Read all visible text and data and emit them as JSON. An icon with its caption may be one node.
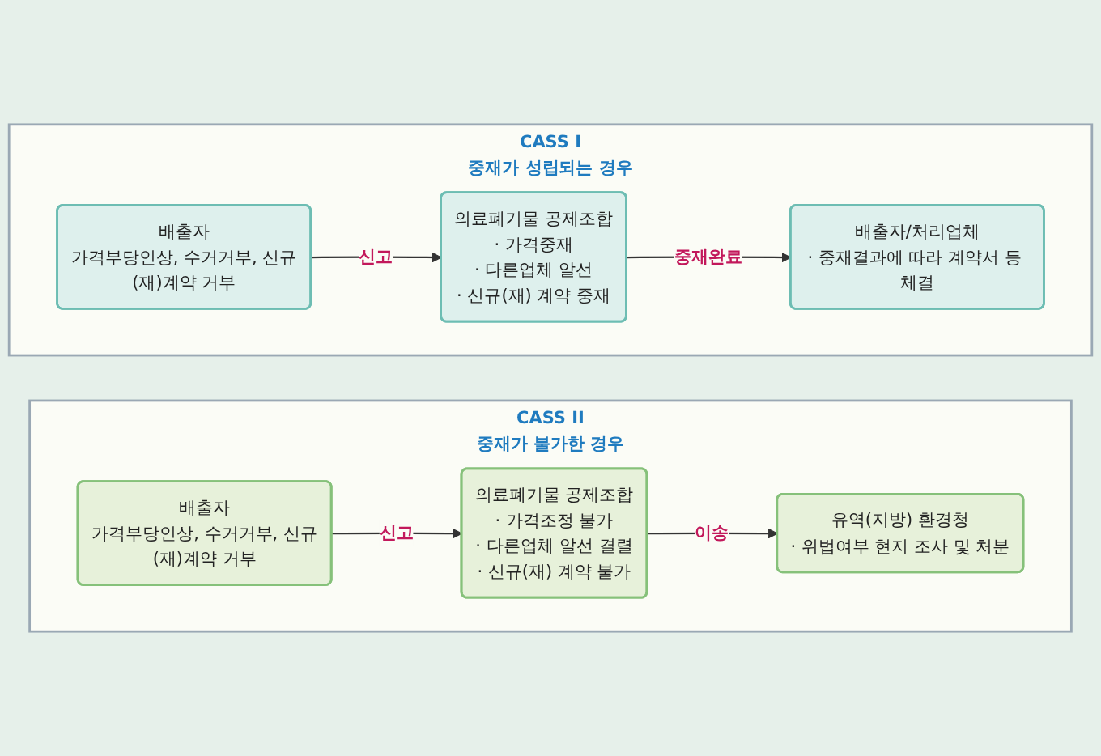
{
  "diagram": {
    "nodes": [
      {
        "text": [
          "CASS I",
          "중재가 성립되는 경우"
        ]
      },
      {
        "text": [
          "배출자",
          "가격부당인상, 수거거부, 신규(재)계약 거부"
        ],
        "in": 0
      },
      {
        "text": [
          "의료폐기물 공제조합",
          "· 가격중재",
          "· 다른업체 알선",
          "· 신규(재) 계약 중재"
        ],
        "in": 0
      },
      {
        "text": [
          "배출자/처리업체",
          "· 중재결과에 따라 계약서 등 체결"
        ],
        "in": 0
      },
      {
        "text": [
          "CASS II",
          "중재가 불가한 경우"
        ]
      },
      {
        "text": [
          "배출자",
          "가격부당인상, 수거거부, 신규(재)계약 거부"
        ],
        "in": 4
      },
      {
        "text": [
          "의료폐기물 공제조합",
          "· 가격조정 불가",
          "· 다른업체 알선 결렬",
          "· 신규(재) 계약 불가"
        ],
        "in": 4
      },
      {
        "text": [
          "유역(지방) 환경청",
          "· 위법여부 현지 조사 및 처분"
        ],
        "in": 4
      }
    ],
    "edges": [
      {
        "from": 1,
        "to": 2,
        "arrow": "to",
        "label": "신고"
      },
      {
        "from": 2,
        "to": 3,
        "arrow": "to",
        "label": "중재완료"
      },
      {
        "from": 5,
        "to": 6,
        "arrow": "to",
        "label": "신고"
      },
      {
        "from": 6,
        "to": 7,
        "arrow": "to",
        "label": "이송"
      }
    ]
  }
}
